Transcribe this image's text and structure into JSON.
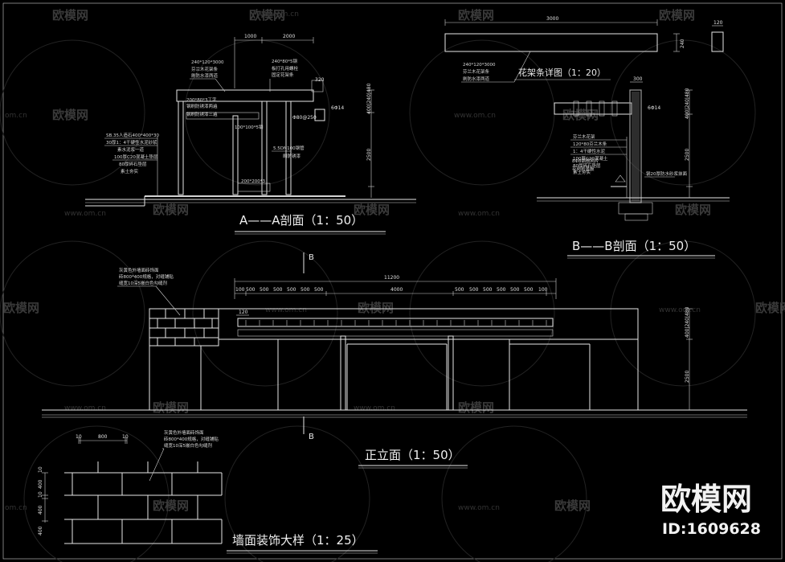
{
  "watermark": {
    "brand": "欧模网",
    "url": "www.om.cn",
    "url_short": "om.cn",
    "id_label": "ID:1609628"
  },
  "views": {
    "section_aa": {
      "title": "A——A剖面（1：50）",
      "dims": [
        "1000",
        "2000",
        "320",
        "6Φ14",
        "Φ80@250",
        "2500",
        "400|240|480"
      ],
      "notes": [
        "240*120*3000",
        "芬兰木花架条",
        "刷防水漆两道",
        "240*80*5钢",
        "板打孔用螺栓",
        "固定花架条",
        "200*80*3工字",
        "钢刷防锈漆两遍",
        "钢刷防锈漆三遍",
        "100*100*5钢",
        "SB.35人造石400*400*30",
        "30厚1：4干硬性水泥砂浆",
        "素水泥浆一道",
        "100厚C20混凝土垫层",
        "80厚碎石垫层",
        "素土夯实",
        "5.5DN100钢管",
        "刷防锈漆",
        "200*200*3"
      ]
    },
    "detail_beam": {
      "title": "花架条详图（1：20）",
      "dims": [
        "3000",
        "120",
        "240"
      ],
      "notes": [
        "240*120*3000",
        "芬兰木花架条",
        "刷防水漆两道"
      ]
    },
    "section_bb": {
      "title": "B——B剖面（1：50）",
      "dims": [
        "300",
        "6Φ14",
        "2500",
        "400|240|480"
      ],
      "notes": [
        "芬兰木花架",
        "120*80芬兰木条",
        "1：4干硬性水泥",
        "100厚C20混凝土",
        "80厚碎石垫层",
        "素土夯实",
        "8Φ8钢筋网片",
        "花岗岩盖板",
        "钢20厚防水砂浆抹面"
      ]
    },
    "front_elevation": {
      "title": "正立面（1：50）",
      "total_dim": "11200",
      "segment_dims": [
        "100",
        "500",
        "500",
        "500",
        "500",
        "500",
        "500",
        "4000",
        "500",
        "500",
        "500",
        "500",
        "500",
        "500",
        "100"
      ],
      "dims_right": [
        "2500",
        "400|240|480"
      ],
      "dim_small": "120",
      "section_marker": "B",
      "notes": [
        "灰黄色外墙面砖饰面",
        "砖800*400规格，对缝铺贴",
        "缝宽10深5嵌白色勾缝剂"
      ]
    },
    "wall_detail": {
      "title": "墙面装饰大样（1：25）",
      "dims_top": [
        "10",
        "800",
        "10"
      ],
      "dims_left": [
        "400",
        "10",
        "400",
        "10",
        "400"
      ],
      "notes": [
        "灰黄色外墙面砖饰面",
        "砖800*400规格，对缝铺贴",
        "缝宽10深5嵌白色勾缝剂"
      ]
    }
  }
}
